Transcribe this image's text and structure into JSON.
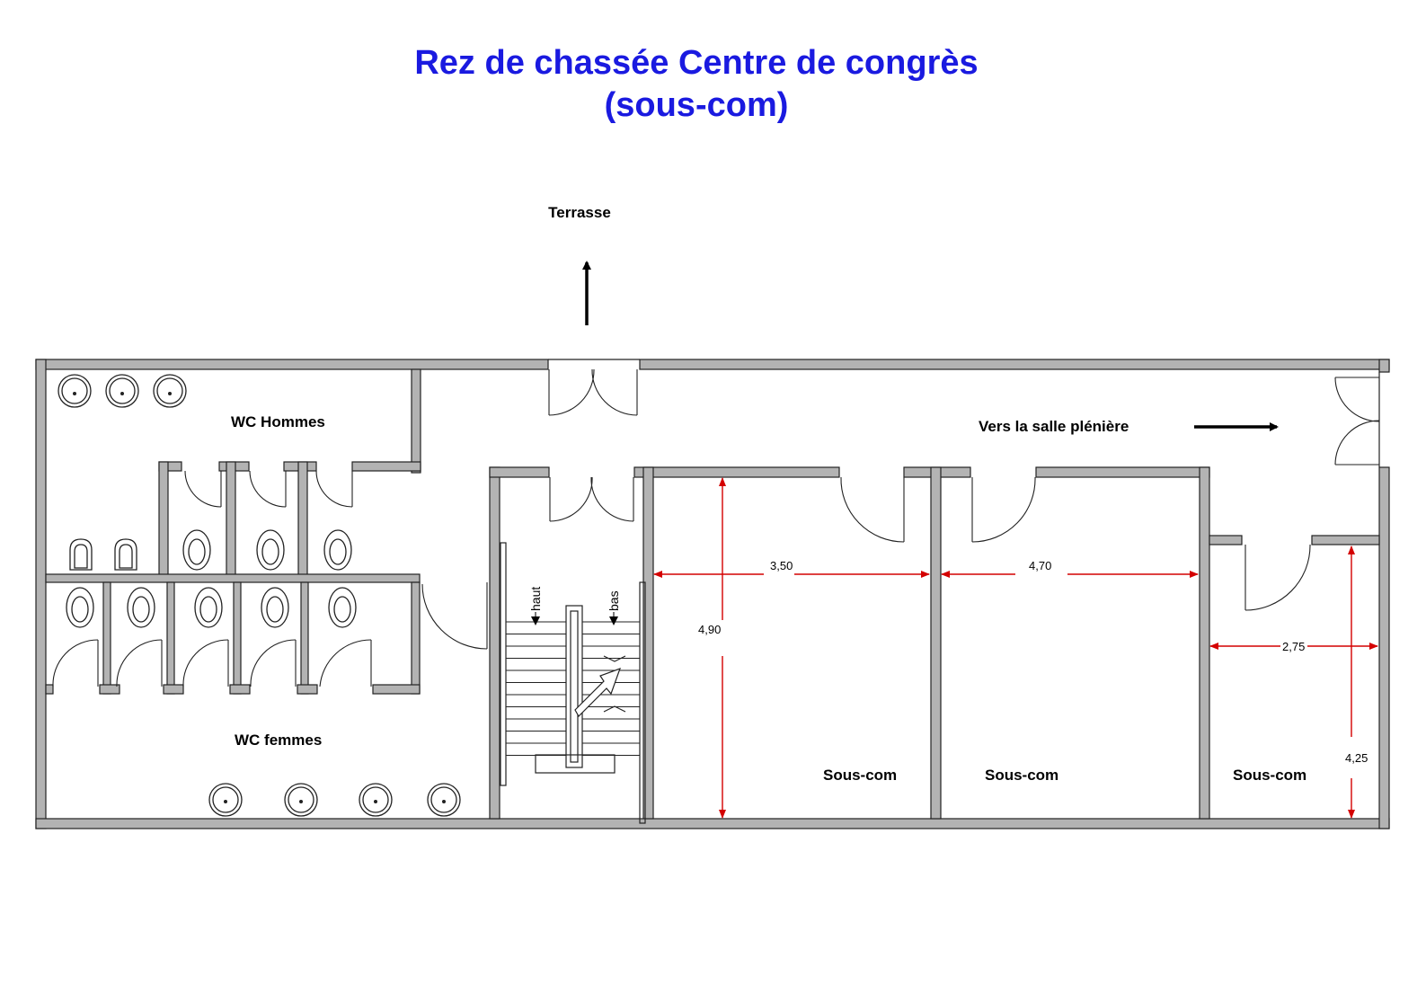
{
  "title": {
    "line1": "Rez de chassée Centre de congrès",
    "line2": "(sous-com)"
  },
  "labels": {
    "terrasse": "Terrasse",
    "vers_salle": "Vers la salle plénière",
    "wc_hommes": "WC Hommes",
    "wc_femmes": "WC femmes",
    "room1": "Sous-com",
    "room2": "Sous-com",
    "room3": "Sous-com",
    "stair_up": "haut",
    "stair_down": "bas"
  },
  "dimensions": {
    "room1_width": "3,50",
    "room1_height": "4,90",
    "room2_width": "4,70",
    "room3_width": "2,75",
    "room3_height": "4,25"
  },
  "colors": {
    "title": "#1a1ae0",
    "walls": "#b3b3b3",
    "dimension_lines": "#d40000"
  }
}
